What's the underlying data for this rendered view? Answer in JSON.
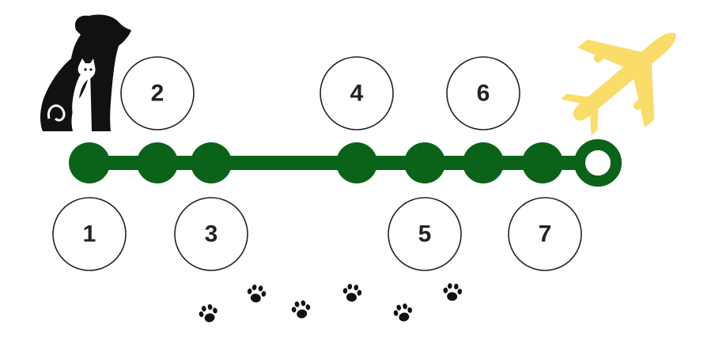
{
  "colors": {
    "track": "#0a6318",
    "airplane": "#f9dc6a",
    "pets": "#111111",
    "paws": "#111111",
    "circle_stroke": "#222222"
  },
  "icons": {
    "top_left": "dog-and-cat-icon",
    "top_right": "airplane-icon",
    "bottom": "paw-print-icon"
  },
  "steps": [
    {
      "label": "1",
      "position": "below"
    },
    {
      "label": "2",
      "position": "above"
    },
    {
      "label": "3",
      "position": "below"
    },
    {
      "label": "4",
      "position": "above"
    },
    {
      "label": "5",
      "position": "below"
    },
    {
      "label": "6",
      "position": "above"
    },
    {
      "label": "7",
      "position": "below"
    }
  ],
  "end_marker": "open-ring",
  "paw_count": 6
}
